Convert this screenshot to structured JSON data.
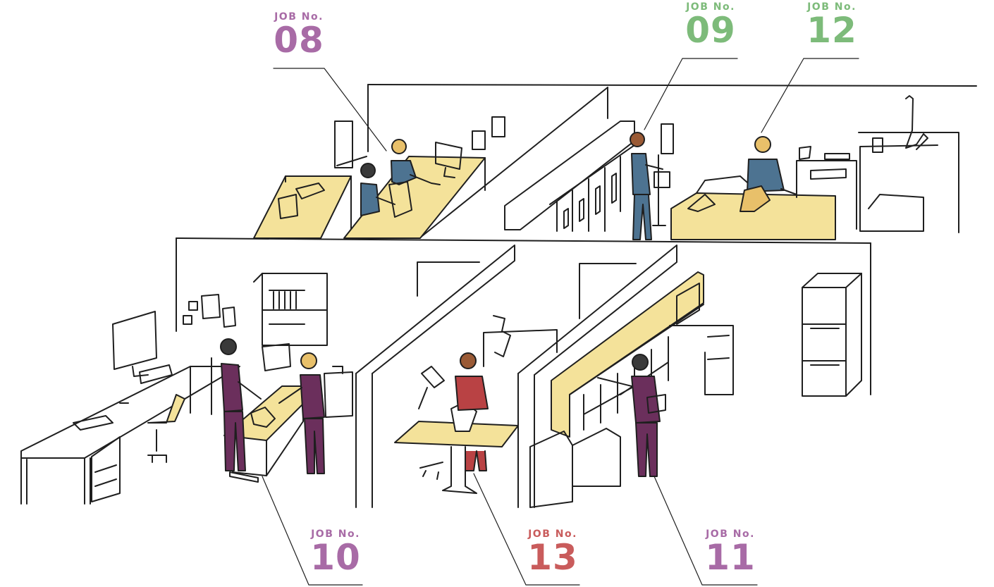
{
  "callouts": [
    {
      "id": "job-08",
      "label": "JOB No.",
      "number": "08",
      "color": "#a86ba6"
    },
    {
      "id": "job-09",
      "label": "JOB No.",
      "number": "09",
      "color": "#7dbb7a"
    },
    {
      "id": "job-12",
      "label": "JOB No.",
      "number": "12",
      "color": "#7dbb7a"
    },
    {
      "id": "job-10",
      "label": "JOB No.",
      "number": "10",
      "color": "#a86ba6"
    },
    {
      "id": "job-13",
      "label": "JOB No.",
      "number": "13",
      "color": "#c95c5c"
    },
    {
      "id": "job-11",
      "label": "JOB No.",
      "number": "11",
      "color": "#a86ba6"
    }
  ],
  "colors": {
    "line": "#1f1f1f",
    "counter": "#f4e29a",
    "scrub_blue": "#4d7391",
    "scrub_purple": "#6b2f5c",
    "scrub_red": "#b94244",
    "hair_brown": "#9a5a35",
    "hair_blonde": "#e8c06a",
    "hair_dark": "#3a3a3a"
  }
}
